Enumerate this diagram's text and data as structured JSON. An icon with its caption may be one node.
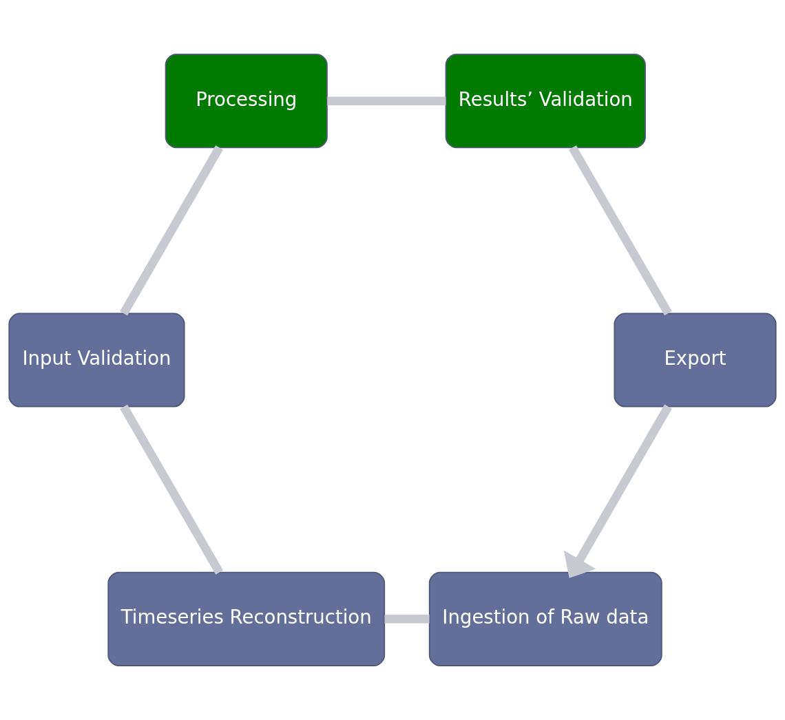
{
  "diagram": {
    "nodes": [
      {
        "text": [
          "Ingestion of Raw data"
        ]
      },
      {
        "text": [
          "Timeseries Reconstruction"
        ]
      },
      {
        "text": [
          "Input Validation"
        ]
      },
      {
        "text": [
          "Processing"
        ]
      },
      {
        "text": [
          "Results’ Validation"
        ]
      },
      {
        "text": [
          "Export"
        ]
      }
    ],
    "edges": [
      {
        "from": 0,
        "to": 1,
        "arrow": "none"
      },
      {
        "from": 1,
        "to": 2,
        "arrow": "none"
      },
      {
        "from": 2,
        "to": 3,
        "arrow": "none"
      },
      {
        "from": 3,
        "to": 4,
        "arrow": "none"
      },
      {
        "from": 4,
        "to": 5,
        "arrow": "none"
      },
      {
        "from": 5,
        "to": 0,
        "arrow": "to"
      }
    ]
  }
}
